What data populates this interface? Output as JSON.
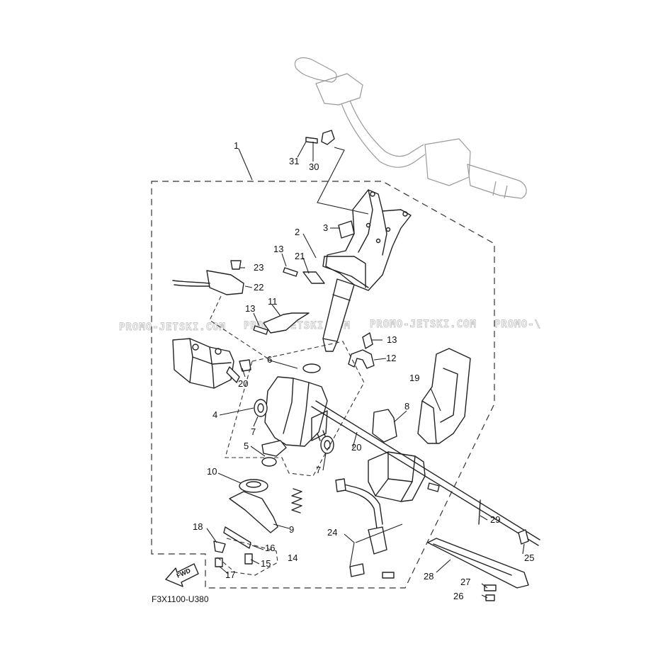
{
  "diagram": {
    "drawing_code": "F3X1100-U380",
    "fwd_label": "FWD",
    "watermarks": [
      "PROMO-JETSKI.COM",
      "PROMO-JETSKI.COM",
      "PROMO-JETSKI.COM",
      "PROMO-\\"
    ],
    "callouts": [
      "1",
      "2",
      "3",
      "4",
      "5",
      "6",
      "7",
      "7",
      "8",
      "9",
      "10",
      "11",
      "12",
      "13",
      "13",
      "13",
      "14",
      "15",
      "16",
      "17",
      "18",
      "19",
      "20",
      "20",
      "21",
      "22",
      "23",
      "24",
      "25",
      "26",
      "27",
      "28",
      "29",
      "30",
      "31"
    ]
  }
}
